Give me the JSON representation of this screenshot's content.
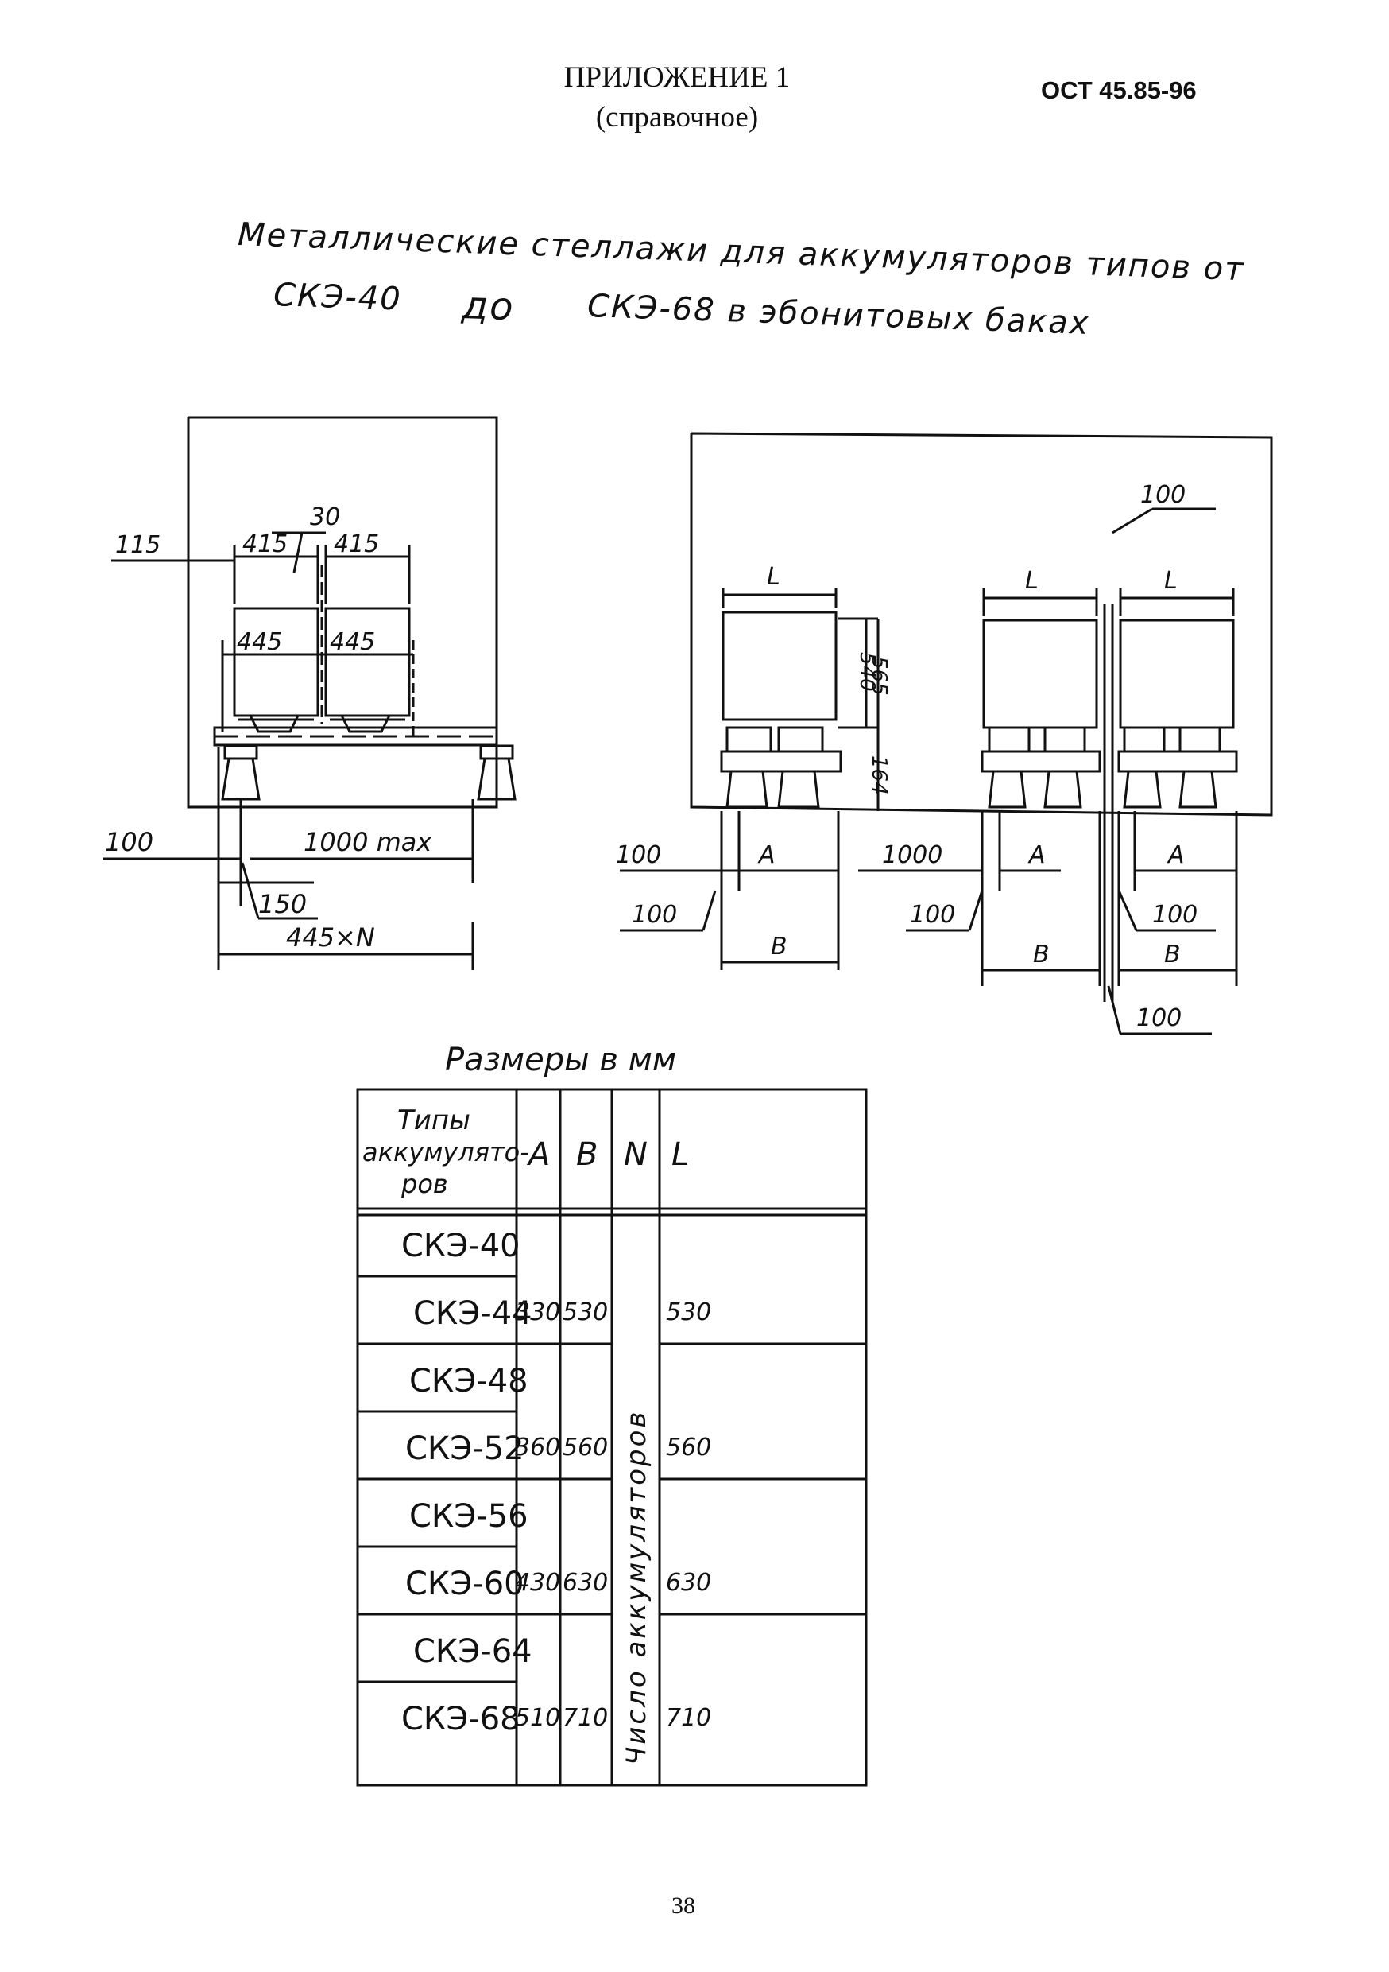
{
  "header": {
    "appendix": "ПРИЛОЖЕНИЕ 1",
    "kind": "(справочное)",
    "standard": "ОСТ 45.85-96"
  },
  "title": {
    "line1": "Металлические стеллажи для аккумуляторов типов от",
    "line2a": "СКЭ-40",
    "line2b": "до",
    "line2c": "СКЭ-68 в эбонитовых баках"
  },
  "drawing_left": {
    "dims": {
      "d115": "115",
      "d415a": "415",
      "d30": "30",
      "d415b": "415",
      "d445a": "445",
      "d445b": "445",
      "d100": "100",
      "d1000max": "1000 max",
      "d150": "150",
      "d445xN": "445×N"
    }
  },
  "drawing_right": {
    "dims": {
      "L1": "L",
      "L2": "L",
      "L3": "L",
      "d100top": "100",
      "d540": "540",
      "d565": "565",
      "d164": "164",
      "d100a": "100",
      "A1": "A",
      "d1000": "1000",
      "A2": "A",
      "A3": "A",
      "d100b": "100",
      "d100c": "100",
      "d100d": "100",
      "B1": "B",
      "B2": "B",
      "B3": "B",
      "d100bottom": "100"
    }
  },
  "table": {
    "caption": "Размеры в мм",
    "headers": {
      "types_l1": "Типы",
      "types_l2": "аккумулято-",
      "types_l3": "ров",
      "A": "A",
      "B": "B",
      "N": "N",
      "L": "L"
    },
    "types": [
      "СКЭ-40",
      "СКЭ-44",
      "СКЭ-48",
      "СКЭ-52",
      "СКЭ-56",
      "СКЭ-60",
      "СКЭ-64",
      "СКЭ-68"
    ],
    "groups": [
      {
        "A": "330",
        "B": "530",
        "L": "530"
      },
      {
        "A": "360",
        "B": "560",
        "L": "560"
      },
      {
        "A": "430",
        "B": "630",
        "L": "630"
      },
      {
        "A": "510",
        "B": "710",
        "L": "710"
      }
    ],
    "n_note": "Число аккумуляторов"
  },
  "page_number": "38"
}
